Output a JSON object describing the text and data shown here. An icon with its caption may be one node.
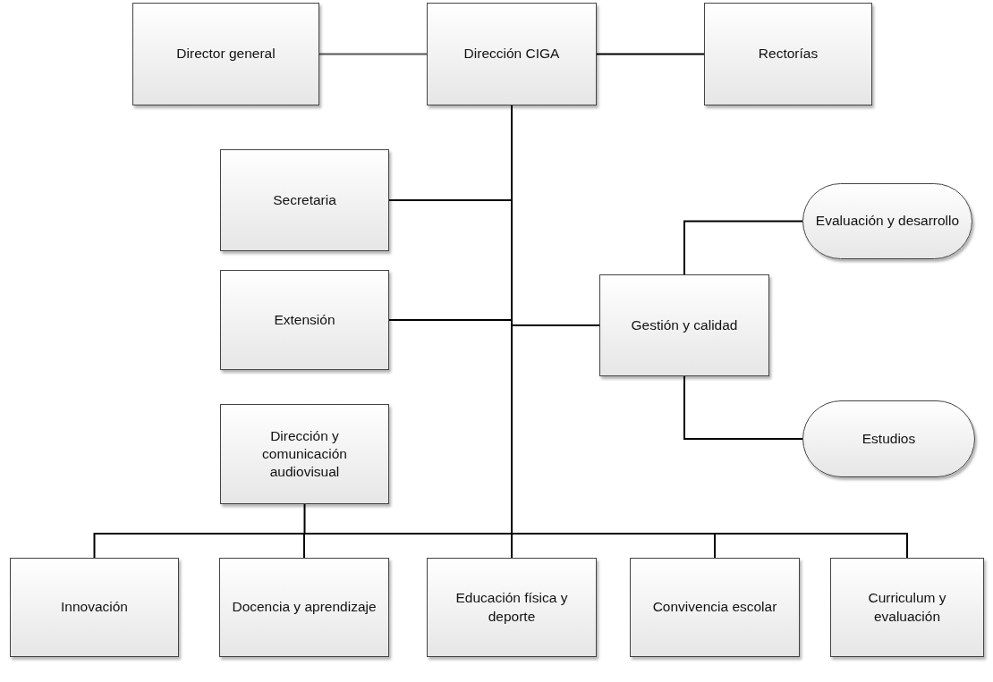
{
  "diagram": {
    "nodes": [
      {
        "text": [
          "Director general"
        ]
      },
      {
        "text": [
          "Dirección CIGA"
        ]
      },
      {
        "text": [
          "Rectorías"
        ]
      },
      {
        "text": [
          "Secretaria"
        ]
      },
      {
        "text": [
          "Extensión"
        ]
      },
      {
        "text": [
          "Dirección y comunicación audiovisual"
        ]
      },
      {
        "text": [
          "Gestión y calidad"
        ]
      },
      {
        "text": [
          "Evaluación y desarrollo"
        ]
      },
      {
        "text": [
          "Estudios"
        ]
      },
      {
        "text": [
          "Innovación"
        ]
      },
      {
        "text": [
          "Docencia y aprendizaje"
        ]
      },
      {
        "text": [
          "Educación física y deporte"
        ]
      },
      {
        "text": [
          "Convivencia escolar"
        ]
      },
      {
        "text": [
          "Curriculum y evaluación"
        ]
      }
    ],
    "edges": [
      {
        "from": 0,
        "to": 1,
        "arrow": "none",
        "color": "#555555"
      },
      {
        "from": 1,
        "to": 2,
        "arrow": "none"
      },
      {
        "from": 1,
        "to": 3,
        "arrow": "none"
      },
      {
        "from": 1,
        "to": 4,
        "arrow": "none"
      },
      {
        "from": 1,
        "to": 5,
        "arrow": "none"
      },
      {
        "from": 1,
        "to": 6,
        "arrow": "none"
      },
      {
        "from": 6,
        "to": 7,
        "arrow": "none"
      },
      {
        "from": 6,
        "to": 8,
        "arrow": "none"
      },
      {
        "from": 1,
        "to": 9,
        "arrow": "none"
      },
      {
        "from": 1,
        "to": 10,
        "arrow": "none"
      },
      {
        "from": 1,
        "to": 11,
        "arrow": "none"
      },
      {
        "from": 1,
        "to": 12,
        "arrow": "none"
      },
      {
        "from": 1,
        "to": 13,
        "arrow": "none"
      }
    ]
  }
}
